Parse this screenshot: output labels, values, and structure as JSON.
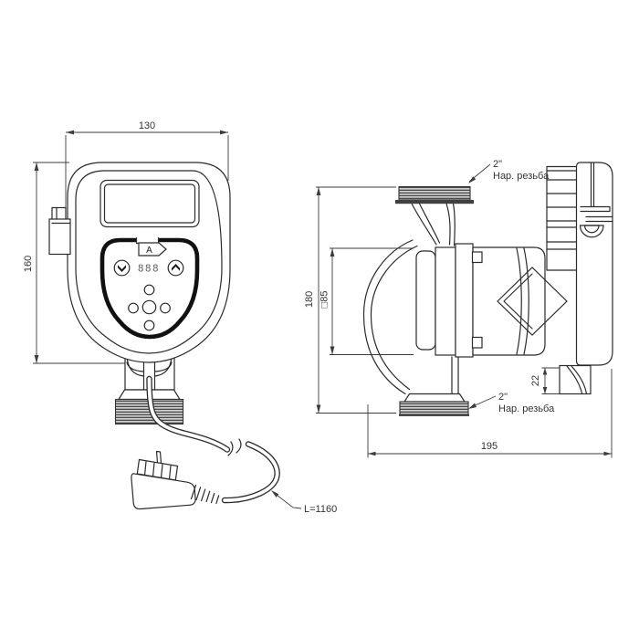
{
  "front": {
    "dim_width": "130",
    "dim_height": "160",
    "mode_label": "A",
    "display_value": "888",
    "cable_length": "L=1160"
  },
  "side": {
    "dim_height": "180",
    "dim_flange": "□85",
    "dim_depth": "195",
    "dim_gland": "22",
    "thread_top_size": "2\"",
    "thread_top_type": "Нар. резьба",
    "thread_bottom_size": "2\"",
    "thread_bottom_type": "Нар. резьба"
  },
  "colors": {
    "line": "#2b2b2b",
    "dim": "#3c3c3c",
    "thread_fill": "#cfcfcf",
    "background": "#ffffff"
  }
}
